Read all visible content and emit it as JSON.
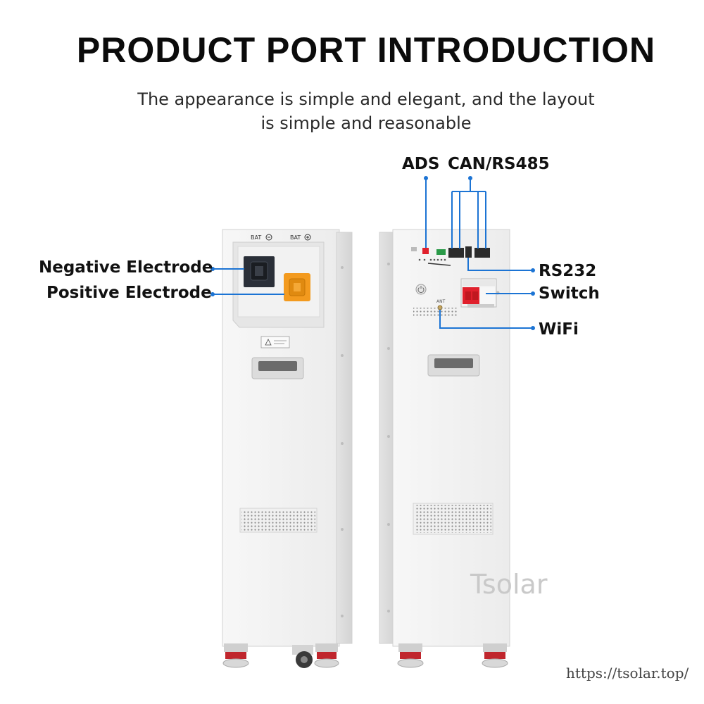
{
  "header": {
    "title": "PRODUCT PORT INTRODUCTION",
    "subtitle_line1": "The appearance is simple and elegant, and the layout",
    "subtitle_line2": "is simple and reasonable"
  },
  "callouts": {
    "negative": "Negative Electrode",
    "positive": "Positive Electrode",
    "ads": "ADS",
    "can_rs485": "CAN/RS485",
    "rs232": "RS232",
    "switch": "Switch",
    "wifi": "WiFi"
  },
  "panel_markings": {
    "bat_minus": "BAT",
    "bat_plus": "BAT",
    "ant": "ANT"
  },
  "brand": {
    "watermark": "Tsolar",
    "url": "https://tsolar.top/"
  },
  "colors": {
    "accent_blue": "#1c74d4",
    "terminal_orange": "#f39a1e",
    "terminal_black": "#2a2f38",
    "breaker_red": "#e0202c",
    "cabinet_white": "#f4f4f4"
  },
  "icons": [
    "power-button-icon",
    "warning-label-icon",
    "vent-grille-icon"
  ]
}
